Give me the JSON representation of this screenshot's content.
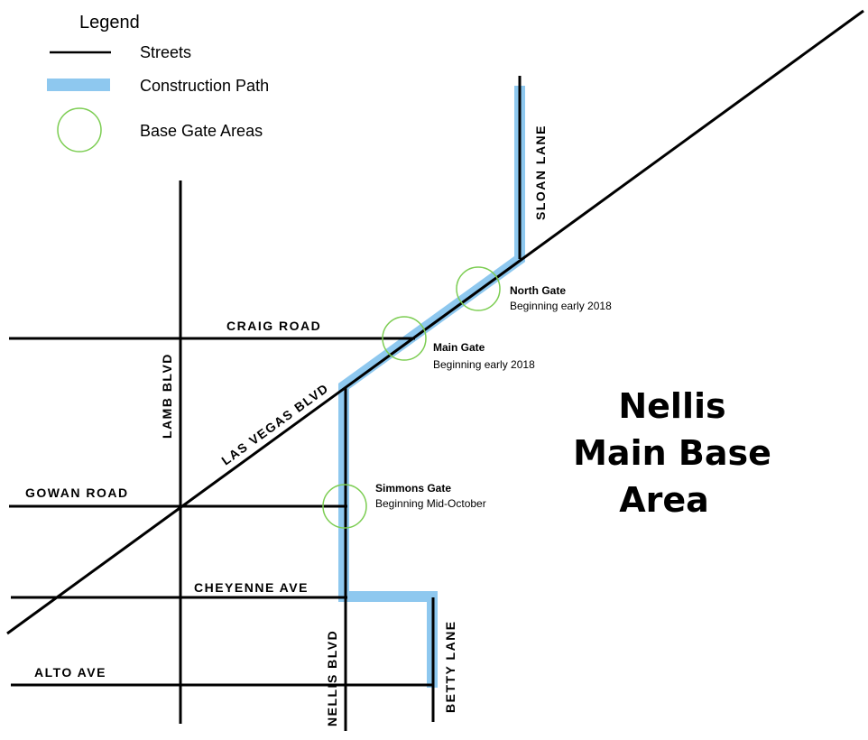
{
  "legend": {
    "title": "Legend",
    "items": {
      "streets": "Streets",
      "construction": "Construction Path",
      "gates": "Base Gate Areas"
    }
  },
  "streets": {
    "sloan_lane": "SLOAN LANE",
    "craig_road": "CRAIG ROAD",
    "lamb_blvd": "LAMB BLVD",
    "las_vegas_blvd": "LAS VEGAS BLVD",
    "gowan_road": "GOWAN ROAD",
    "cheyenne_ave": "CHEYENNE AVE",
    "alto_ave": "ALTO AVE",
    "nellis_blvd": "NELLIS BLVD",
    "betty_lane": "BETTY LANE"
  },
  "gates": {
    "north": {
      "name": "North Gate",
      "note": "Beginning early 2018"
    },
    "main": {
      "name": "Main Gate",
      "note": "Beginning early 2018"
    },
    "simmons": {
      "name": "Simmons Gate",
      "note": "Beginning Mid-October"
    }
  },
  "base_label": {
    "line1": "Nellis",
    "line2": "Main Base",
    "line3": "Area"
  },
  "colors": {
    "street": "#000000",
    "construction": "#8ec8ef",
    "gate_circle": "#7ccd52",
    "background": "#ffffff"
  }
}
